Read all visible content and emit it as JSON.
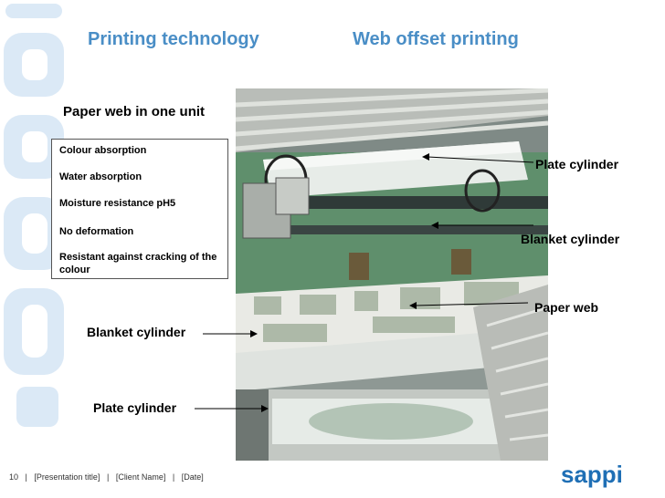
{
  "header": {
    "title_left": "Printing technology",
    "title_right": "Web offset printing"
  },
  "subtitle": "Paper web in one unit",
  "properties": [
    "Colour absorption",
    "Water absorption",
    "Moisture resistance pH5",
    "No deformation",
    "Resistant against cracking of the colour"
  ],
  "labels": {
    "plate_cylinder_right": "Plate cylinder",
    "blanket_cylinder_right": "Blanket cylinder",
    "paper_web": "Paper web",
    "blanket_cylinder_left": "Blanket cylinder",
    "plate_cylinder_left": "Plate cylinder"
  },
  "footer": {
    "page": "10",
    "sep": "|",
    "presentation": "[Presentation title]",
    "client": "[Client Name]",
    "date": "[Date]"
  },
  "logo": "sappi",
  "colors": {
    "title": "#4a8ec6",
    "logo": "#1f6fb5",
    "watermark": "#dbe9f6"
  }
}
